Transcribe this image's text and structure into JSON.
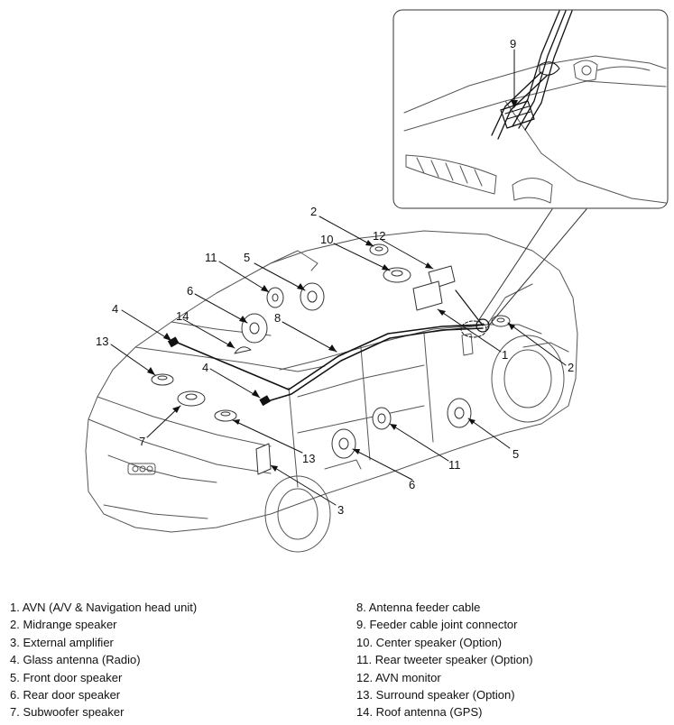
{
  "callouts": {
    "c1": "1",
    "c2a": "2",
    "c2b": "2",
    "c3": "3",
    "c4a": "4",
    "c4b": "4",
    "c5a": "5",
    "c5b": "5",
    "c6a": "6",
    "c6b": "6",
    "c7": "7",
    "c8": "8",
    "c9": "9",
    "c10": "10",
    "c11a": "11",
    "c11b": "11",
    "c12": "12",
    "c13a": "13",
    "c13b": "13",
    "c14": "14"
  },
  "legend": {
    "left": [
      "1. AVN (A/V & Navigation head unit)",
      "2. Midrange speaker",
      "3. External amplifier",
      "4. Glass antenna (Radio)",
      "5. Front door speaker",
      "6. Rear door speaker",
      "7. Subwoofer speaker"
    ],
    "right": [
      "8. Antenna feeder cable",
      "9. Feeder cable joint connector",
      "10. Center speaker (Option)",
      "11. Rear tweeter speaker (Option)",
      "12. AVN monitor",
      "13. Surround speaker (Option)",
      "14. Roof antenna (GPS)"
    ]
  }
}
